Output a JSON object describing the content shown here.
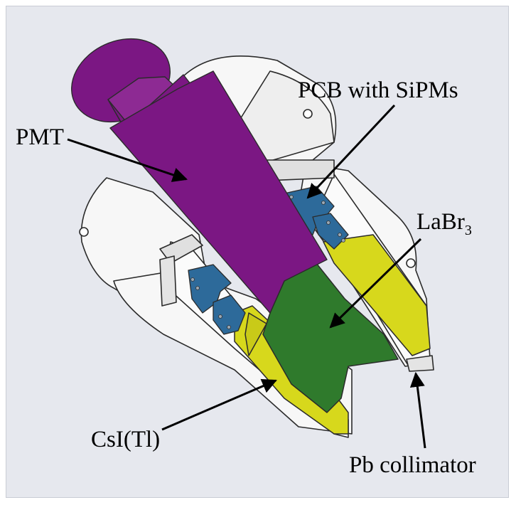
{
  "labels": {
    "pmt": "PMT",
    "pcb": "PCB with SiPMs",
    "labr_base": "LaBr",
    "labr_sub": "3",
    "csi": "CsI(Tl)",
    "pb": "Pb collimator"
  },
  "colors": {
    "background": "#e6e8ee",
    "housing": "#f7f7f7",
    "pmt": "#7b1783",
    "labr3": "#2f7a2c",
    "csi": "#d7d81c",
    "pcb": "#2d6a9a",
    "outline": "#2b2b2b"
  }
}
